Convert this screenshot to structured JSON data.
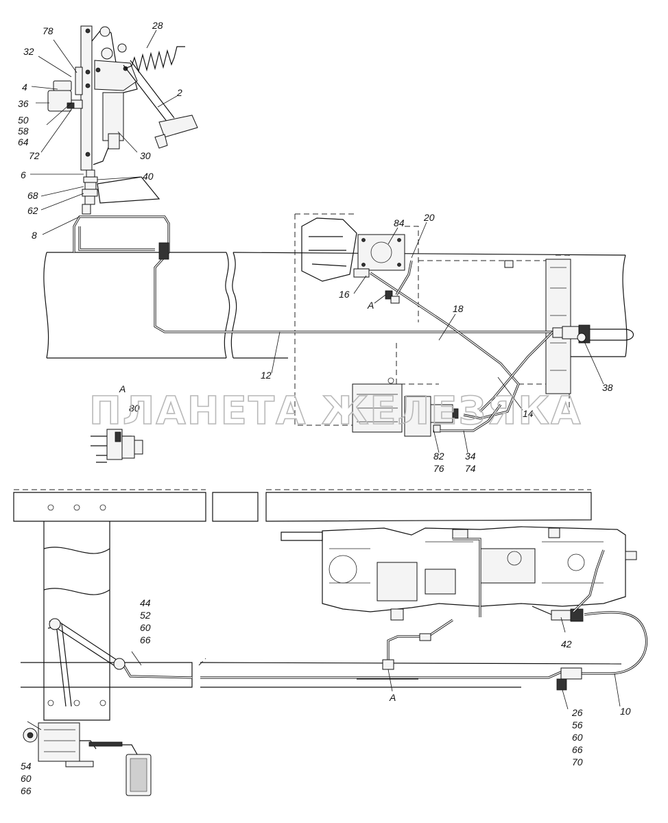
{
  "watermark": "ПЛАНЕТА ЖЕЛЕЗЯКА",
  "view_label": "A",
  "top_labels": {
    "l78": "78",
    "l28": "28",
    "l32": "32",
    "l4": "4",
    "l2": "2",
    "l36": "36",
    "l50": "50",
    "l58": "58",
    "l64": "64",
    "l72": "72",
    "l30": "30",
    "l6": "6",
    "l40": "40",
    "l68": "68",
    "l62": "62",
    "l8": "8",
    "l84": "84",
    "l20": "20",
    "l16": "16",
    "lA1": "A",
    "l18": "18",
    "l12": "12",
    "l38": "38",
    "l14": "14",
    "lA2": "A",
    "l80": "80",
    "l82": "82",
    "l76": "76",
    "l34": "34",
    "l74": "74"
  },
  "bottom_labels": {
    "l44": "44",
    "l52": "52",
    "l60a": "60",
    "l66a": "66",
    "l42": "42",
    "lA3": "A",
    "l10": "10",
    "l26": "26",
    "l56": "56",
    "l60b": "60",
    "l66b": "66",
    "l70": "70",
    "l54": "54",
    "l60c": "60",
    "l66c": "66"
  }
}
